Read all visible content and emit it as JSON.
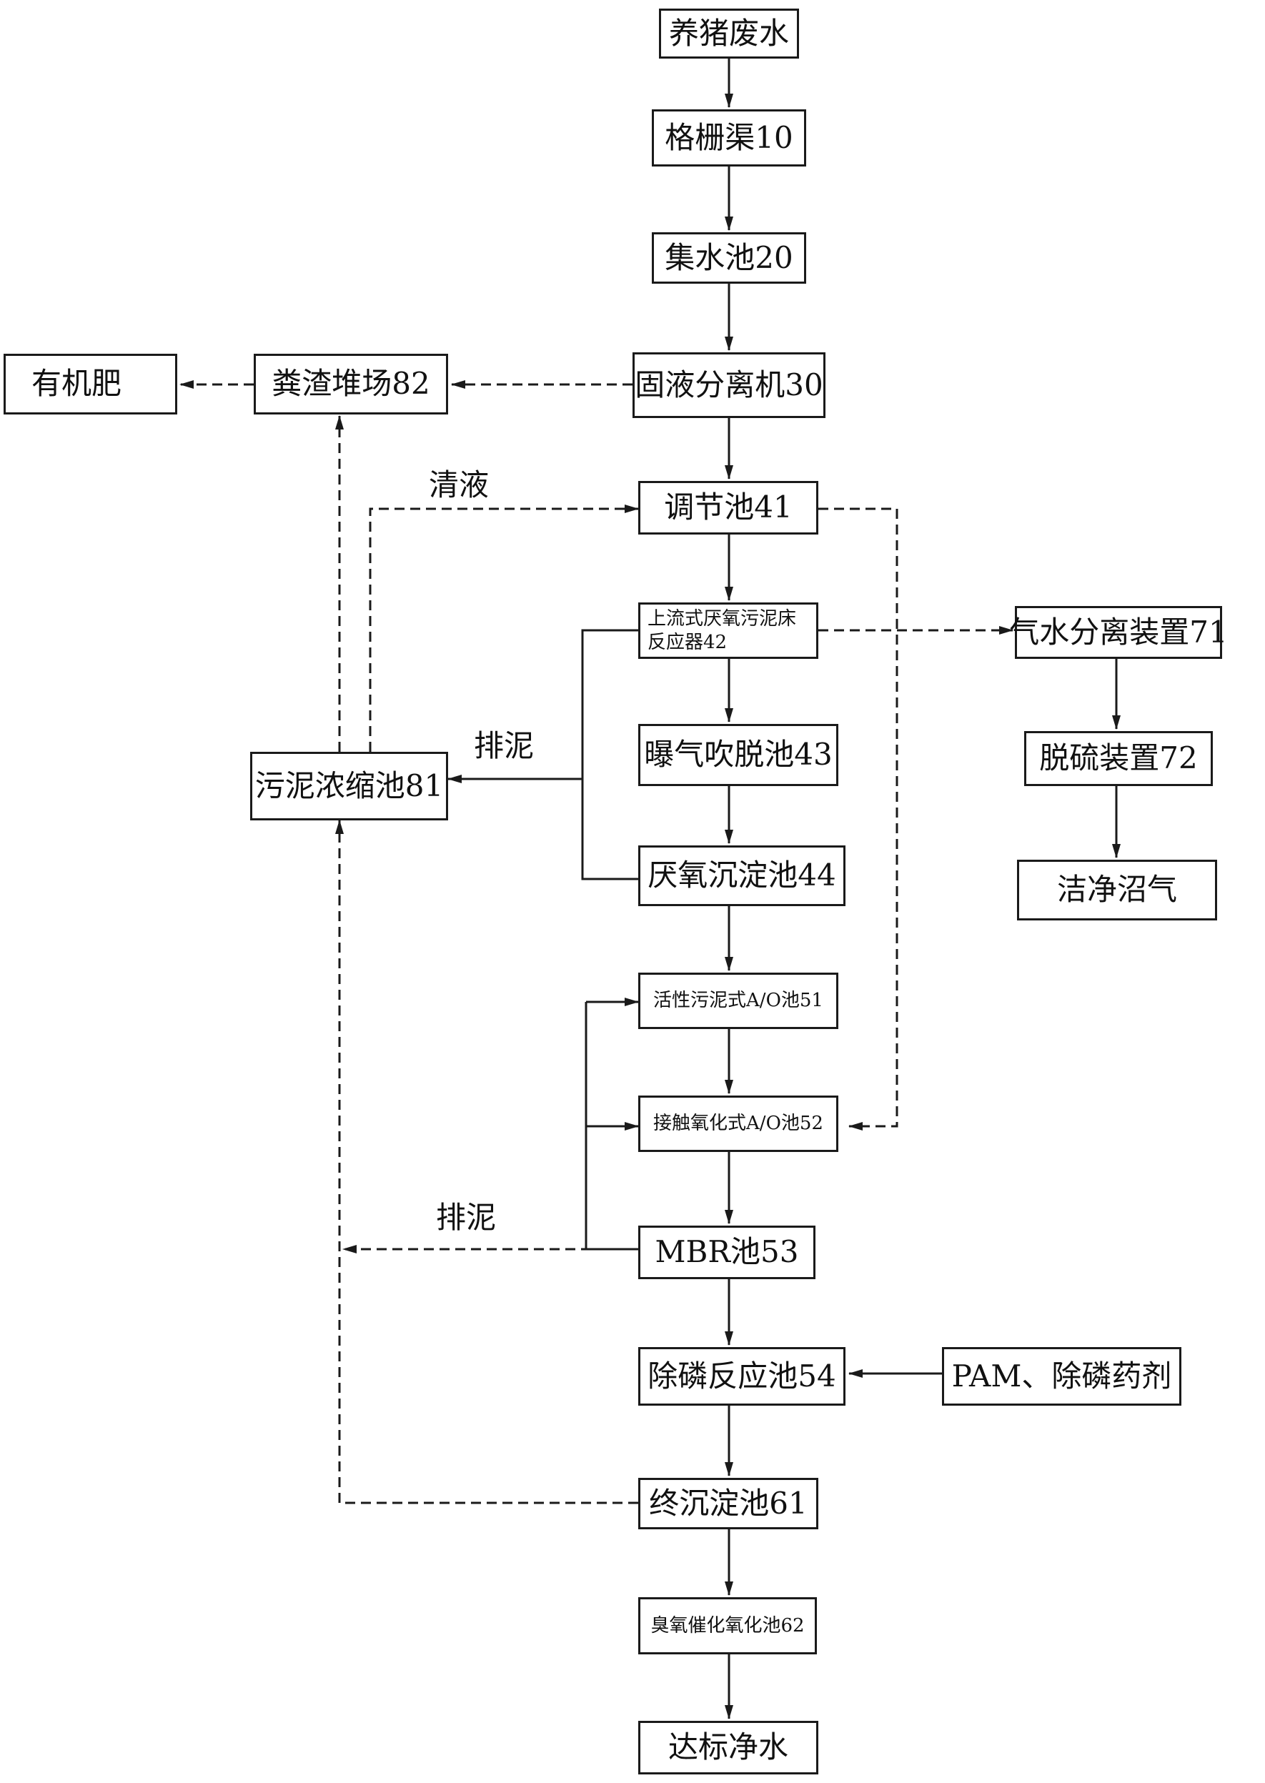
{
  "nodes": {
    "n_source": "养猪废水",
    "n_screen": "格栅渠10",
    "n_collect": "集水池20",
    "n_separator": "固液分离机30",
    "n_manure": "粪渣堆场82",
    "n_fertilizer": "有机肥",
    "n_regulate": "调节池41",
    "n_uasb_line1": "上流式厌氧污泥床",
    "n_uasb_line2": "反应器42",
    "n_aeration": "曝气吹脱池43",
    "n_anaerobic": "厌氧沉淀池44",
    "n_sludge": "污泥浓缩池81",
    "n_gaswater": "气水分离装置71",
    "n_desulfur": "脱硫装置72",
    "n_biogas": "洁净沼气",
    "n_ao51": "活性污泥式A/O池51",
    "n_ao52": "接触氧化式A/O池52",
    "n_mbr": "MBR池53",
    "n_dephos": "除磷反应池54",
    "n_pam": "PAM、除磷药剂",
    "n_final": "终沉淀池61",
    "n_ozone": "臭氧催化氧化池62",
    "n_clean": "达标净水"
  },
  "labels": {
    "clear_liquid": "清液",
    "sludge_discharge_1": "排泥",
    "sludge_discharge_2": "排泥"
  },
  "line_color": "#1a1a1a"
}
